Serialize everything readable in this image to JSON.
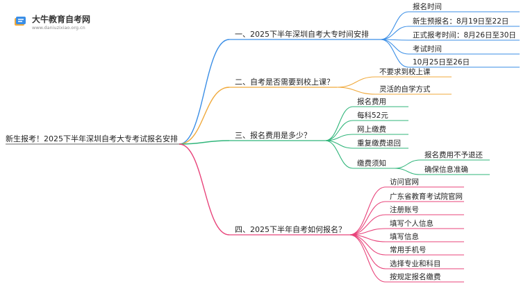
{
  "logo": {
    "title": "大牛教育自考网",
    "url": "www.daniuzixiao.org.cn"
  },
  "mindmap": {
    "root": "新生报考！2025下半年深圳自考大专考试报名安排",
    "branches": [
      {
        "label": "一、2025下半年深圳自考大专时间安排",
        "color": "#3a8ee6",
        "children": [
          {
            "label": "报名时间"
          },
          {
            "label": "新生预报名：8月19日至22日"
          },
          {
            "label": "正式报考时间：8月26日至30日"
          },
          {
            "label": "考试时间"
          },
          {
            "label": "10月25日至26日"
          }
        ]
      },
      {
        "label": "二、自考是否需要到校上课？",
        "color": "#f0a93b",
        "children": [
          {
            "label": "不要求到校上课"
          },
          {
            "label": "灵活的自学方式"
          }
        ]
      },
      {
        "label": "三、报名费用是多少？",
        "color": "#2fb57a",
        "children": [
          {
            "label": "报名费用"
          },
          {
            "label": "每科52元"
          },
          {
            "label": "网上缴费"
          },
          {
            "label": "重复缴费退回"
          },
          {
            "label": "缴费须知",
            "children": [
              {
                "label": "报名费用不予退还"
              },
              {
                "label": "确保信息准确"
              }
            ]
          }
        ]
      },
      {
        "label": "四、2025下半年自考如何报名？",
        "color": "#e8437a",
        "children": [
          {
            "label": "访问官网"
          },
          {
            "label": "广东省教育考试院官网"
          },
          {
            "label": "注册账号"
          },
          {
            "label": "填写个人信息"
          },
          {
            "label": "填写信息"
          },
          {
            "label": "常用手机号"
          },
          {
            "label": "选择专业和科目"
          },
          {
            "label": "按规定报名缴费"
          }
        ]
      }
    ]
  }
}
